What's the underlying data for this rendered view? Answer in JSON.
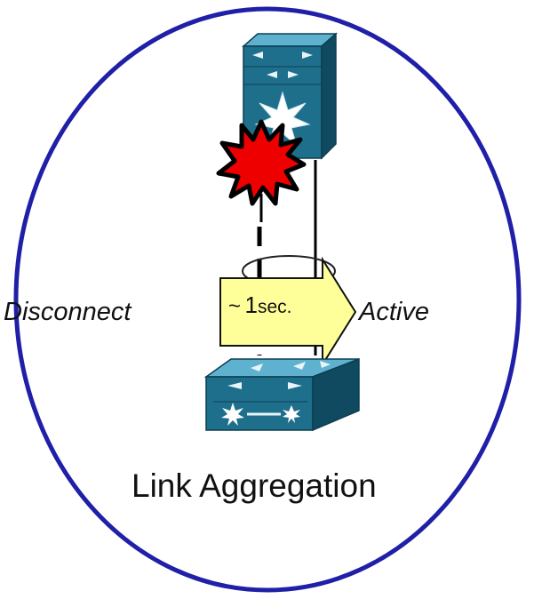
{
  "diagram": {
    "caption": "Link Aggregation",
    "left_state": "Disconnect",
    "right_state": "Active",
    "arrow_tilde": "~",
    "arrow_number": "1",
    "arrow_unit": "sec.",
    "colors": {
      "circle": "#1f1fa8",
      "device_fill": "#1e6f8c",
      "device_light": "#4fa8c6",
      "device_dark": "#0f4a60",
      "arrow_fill": "#ffff99",
      "burst_fill": "#ee0000",
      "burst_outline": "#000000"
    },
    "icons": [
      "multilayer-switch-icon",
      "workgroup-switch-icon",
      "link-failure-burst-icon",
      "link-bundle-ellipse-icon"
    ]
  }
}
